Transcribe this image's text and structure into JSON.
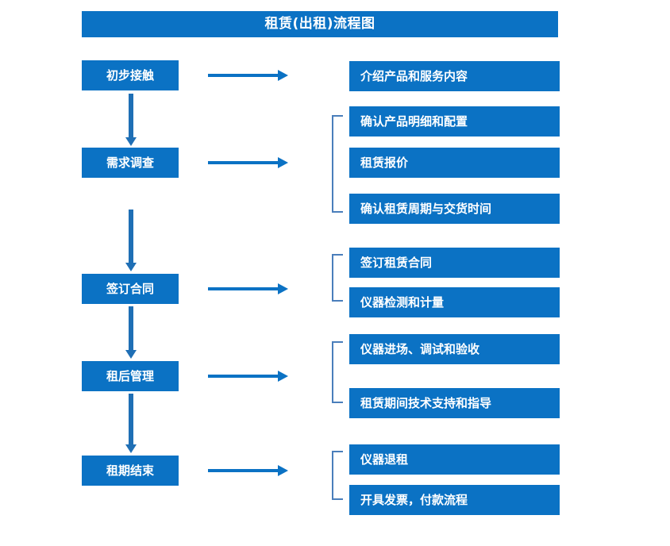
{
  "diagram": {
    "title": "租赁(出租)流程图",
    "accent_color": "#0b72c4",
    "bracket_color": "#4a7ebb",
    "arrow_color": "#1f6fb5",
    "text_color": "#ffffff",
    "background_color": "#ffffff"
  },
  "stages": [
    {
      "label": "初步接触"
    },
    {
      "label": "需求调查"
    },
    {
      "label": "签订合同"
    },
    {
      "label": "租后管理"
    },
    {
      "label": "租期结束"
    }
  ],
  "details": [
    {
      "label": "介绍产品和服务内容"
    },
    {
      "label": "确认产品明细和配置"
    },
    {
      "label": "租赁报价"
    },
    {
      "label": "确认租赁周期与交货时间"
    },
    {
      "label": "签订租赁合同"
    },
    {
      "label": "仪器检测和计量"
    },
    {
      "label": "仪器进场、调试和验收"
    },
    {
      "label": "租赁期间技术支持和指导"
    },
    {
      "label": "仪器退租"
    },
    {
      "label": "开具发票，付款流程"
    }
  ],
  "groups": [
    {
      "stage": "需求调查",
      "details": [
        "确认产品明细和配置",
        "租赁报价",
        "确认租赁周期与交货时间"
      ]
    },
    {
      "stage": "签订合同",
      "details": [
        "签订租赁合同",
        "仪器检测和计量"
      ]
    },
    {
      "stage": "租后管理",
      "details": [
        "仪器进场、调试和验收",
        "租赁期间技术支持和指导"
      ]
    },
    {
      "stage": "租期结束",
      "details": [
        "仪器退租",
        "开具发票，付款流程"
      ]
    }
  ],
  "flow_links": [
    {
      "from": "初步接触",
      "to": "需求调查"
    },
    {
      "from": "需求调查",
      "to": "签订合同"
    },
    {
      "from": "签订合同",
      "to": "租后管理"
    },
    {
      "from": "租后管理",
      "to": "租期结束"
    }
  ]
}
